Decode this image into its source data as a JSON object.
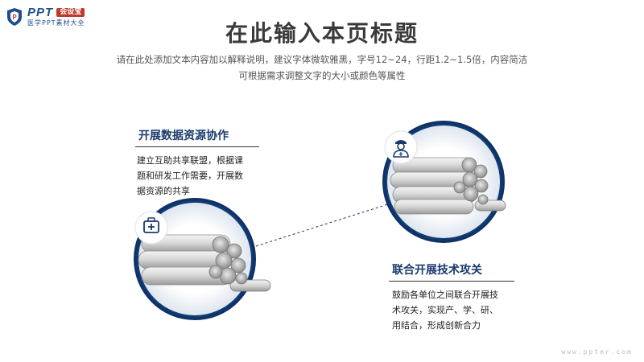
{
  "logo": {
    "brand": "PPT",
    "badge": "会设宝",
    "tagline": "医学PPT素材大全"
  },
  "header": {
    "title": "在此输入本页标题",
    "subtitle_line1": "请在此处添加文本内容加以解释说明，建议字体微软雅黑，字号12~24，行距1.2~1.5倍，内容简洁",
    "subtitle_line2": "可根据需求调整文字的大小或颜色等属性"
  },
  "blocks": [
    {
      "title": "开展数据资源协作",
      "body_lines": [
        "建立互助共享联盟，根据课",
        "题和研发工作需要，开展数",
        "据资源的共享"
      ],
      "icon": "medical-kit-icon"
    },
    {
      "title": "联合开展技术攻关",
      "body_lines": [
        "鼓励各单位之间联合开展技",
        "术攻关，实现产、学、研、",
        "用结合，形成创新合力"
      ],
      "icon": "doctor-icon"
    }
  ],
  "colors": {
    "accent": "#1a3b6e",
    "ring": "#13427f",
    "title_text": "#3a3a3a"
  },
  "watermark": "www.ppter.com"
}
